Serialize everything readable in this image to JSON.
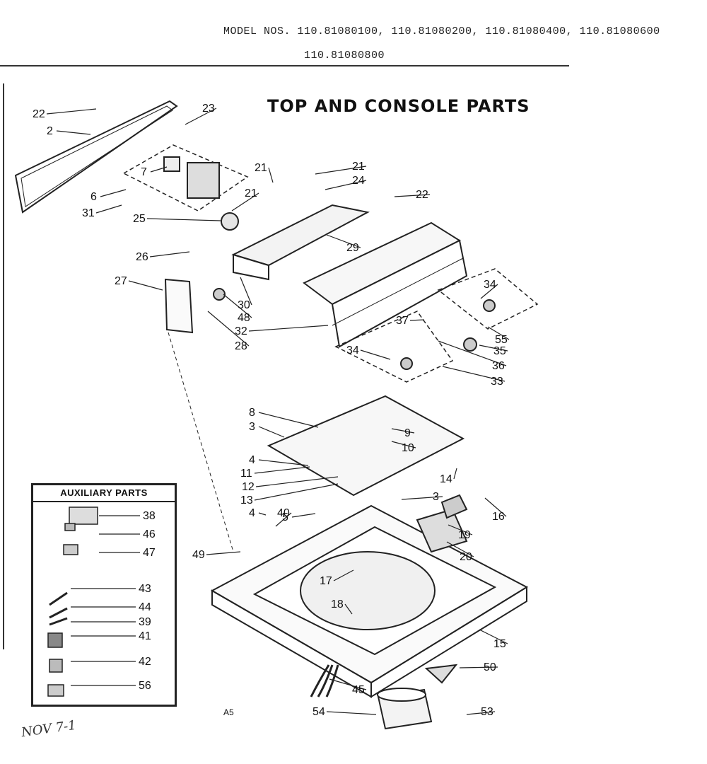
{
  "header": {
    "model_line1": "MODEL NOS. 110.81080100, 110.81080200, 110.81080400, 110.81080600",
    "model_line2": "110.81080800"
  },
  "title": "TOP AND CONSOLE PARTS",
  "auxiliary": {
    "title": "AUXILIARY PARTS",
    "labels": [
      "38",
      "46",
      "47",
      "43",
      "44",
      "39",
      "41",
      "42",
      "56"
    ]
  },
  "callouts": [
    "22",
    "2",
    "23",
    "21",
    "21",
    "24",
    "22",
    "7",
    "6",
    "31",
    "21",
    "25",
    "29",
    "26",
    "27",
    "30",
    "48",
    "32",
    "28",
    "34",
    "55",
    "37",
    "35",
    "36",
    "34",
    "33",
    "8",
    "3",
    "9",
    "10",
    "4",
    "11",
    "12",
    "13",
    "14",
    "3",
    "4",
    "40",
    "5",
    "16",
    "19",
    "20",
    "49",
    "17",
    "18",
    "15",
    "50",
    "45",
    "54",
    "53"
  ],
  "marks": {
    "page_code": "A5",
    "handwritten": "NOV 7-1"
  }
}
